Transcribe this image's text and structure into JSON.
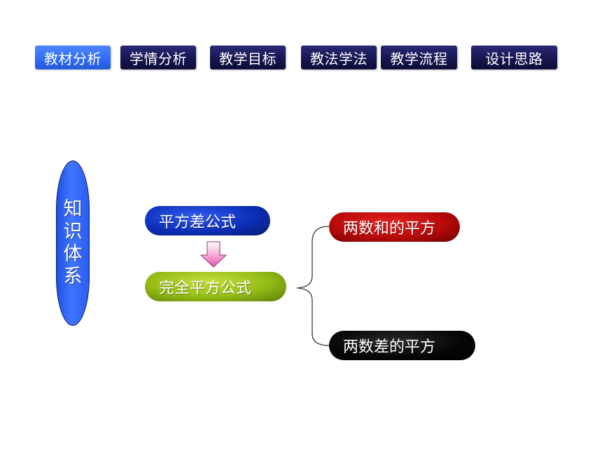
{
  "nav": {
    "tabs": [
      {
        "label": "教材分析",
        "active": true
      },
      {
        "label": "学情分析",
        "active": false
      },
      {
        "label": "教学目标",
        "active": false
      },
      {
        "label": "教法学法",
        "active": false
      },
      {
        "label": "教学流程",
        "active": false
      },
      {
        "label": "设计思路",
        "active": false
      }
    ]
  },
  "diagram": {
    "section_title": [
      "知",
      "识",
      "体",
      "系"
    ],
    "nodes": {
      "difference_of_squares": "平方差公式",
      "perfect_square": "完全平方公式",
      "square_of_sum": "两数和的平方",
      "square_of_difference": "两数差的平方"
    }
  },
  "colors": {
    "tab_active": "#2f6bf5",
    "tab_dark": "#161650",
    "title_bar": "#3f75ff",
    "node_blue": "#0d2fb8",
    "node_green": "#93bb16",
    "node_red": "#b80a0a",
    "node_black": "#050505",
    "arrow": "#f28ac8"
  }
}
